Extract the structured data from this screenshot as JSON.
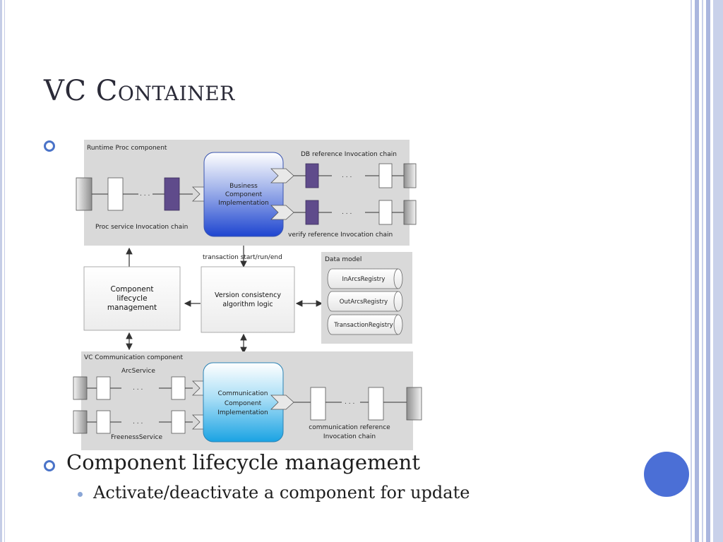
{
  "slide": {
    "title": "VC Container",
    "bullets": [
      {
        "text": "Component lifecycle management",
        "sub": [
          "Activate/deactivate a component for update"
        ]
      }
    ]
  },
  "diagram": {
    "runtime": {
      "label": "Runtime Proc component",
      "business": [
        "Business",
        "Component",
        "Implementation"
      ],
      "db_ref": "DB reference  Invocation chain",
      "verify_ref": "verify reference  Invocation chain",
      "proc_service": "Proc service  Invocation chain",
      "ellipsis": ". . ."
    },
    "transaction_label": "transaction start/run/end",
    "lifecycle": [
      "Component",
      "lifecycle",
      "management"
    ],
    "version": [
      "Version consistency",
      "algorithm logic"
    ],
    "data_model": {
      "label": "Data model",
      "registries": [
        "InArcsRegistry",
        "OutArcsRegistry",
        "TransactionRegistry"
      ]
    },
    "communication": {
      "label": "VC Communication component",
      "arc_service": "ArcService",
      "freeness_service": "FreenessService",
      "impl": [
        "Communication",
        "Component",
        "Implementation"
      ],
      "comm_ref": [
        "communication reference",
        "Invocation chain"
      ]
    }
  },
  "colors": {
    "accent": "#4a73c8",
    "panel": "#d9d9d9",
    "purple": "#5f4b8b",
    "business_blue": "#2b4fd0",
    "comm_blue": "#29a9e6"
  }
}
